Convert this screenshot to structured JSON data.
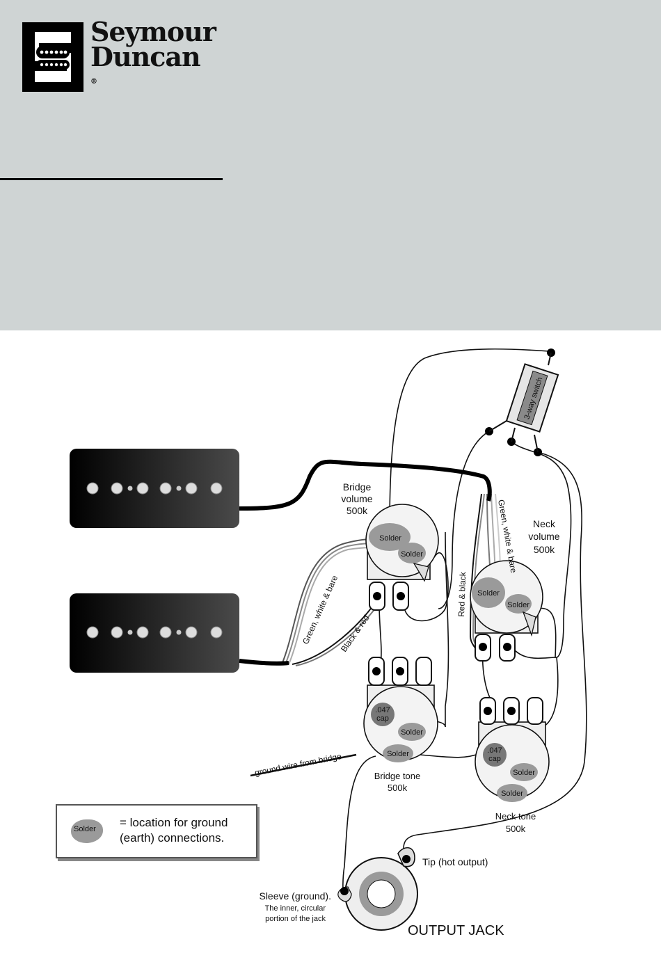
{
  "brand": {
    "line1": "Seymour",
    "line2": "Duncan",
    "mark": "®"
  },
  "diagram": {
    "switch_label": "3-way switch",
    "bridge_volume": {
      "line1": "Bridge",
      "line2": "volume",
      "line3": "500k"
    },
    "neck_volume": {
      "line1": "Neck",
      "line2": "volume",
      "line3": "500k"
    },
    "bridge_tone": {
      "line1": "Bridge tone",
      "line2": "500k"
    },
    "neck_tone": {
      "line1": "Neck tone",
      "line2": "500k"
    },
    "solder": "Solder",
    "cap_value": ".047",
    "cap_unit": "cap",
    "wire_bridge_gwb": "Green, white & bare",
    "wire_bridge_br": "Black & red",
    "wire_neck_gwb": "Green, white & bare",
    "wire_neck_rb": "Red & black",
    "ground_wire": "ground wire from bridge",
    "tip": "Tip (hot output)",
    "sleeve_line1": "Sleeve (ground).",
    "sleeve_line2": "The inner, circular",
    "sleeve_line3": "portion of the jack",
    "output_jack": "OUTPUT JACK"
  },
  "legend": {
    "solder": "Solder",
    "line1": "= location for ground",
    "line2": "(earth) connections."
  }
}
